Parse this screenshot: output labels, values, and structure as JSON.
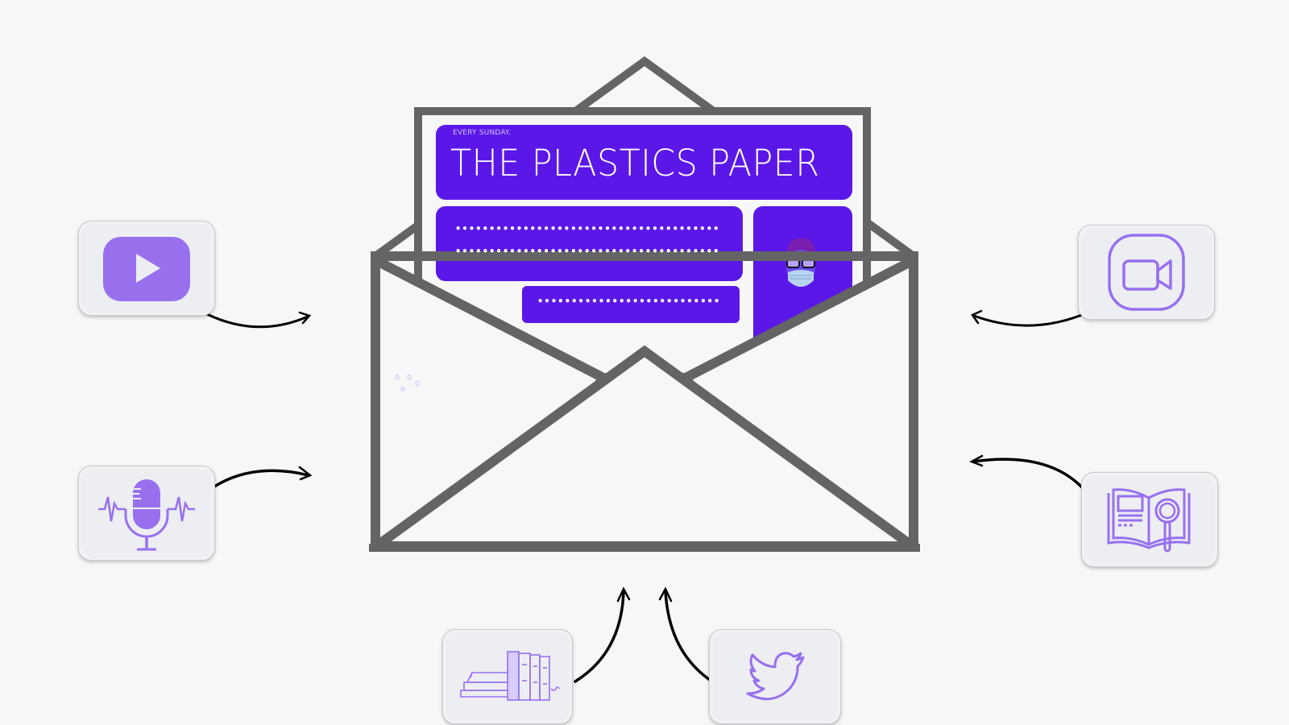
{
  "newsletter": {
    "kicker": "EVERY SUNDAY.",
    "title": "THE PLASTICS PAPER",
    "placeholder_lines": [
      "••••••••••••••••••••••••••••••••••••••••",
      "••••••••••••••••••••••••••••••••••••••••",
      "•••••••••••••••••••••••••••"
    ],
    "avatar": "masked-person-avatar"
  },
  "sources": [
    {
      "id": "youtube",
      "icon": "youtube-icon",
      "position": "left-top"
    },
    {
      "id": "podcast",
      "icon": "microphone-icon",
      "position": "left-bottom"
    },
    {
      "id": "zoom",
      "icon": "video-camera-icon",
      "position": "right-top"
    },
    {
      "id": "research",
      "icon": "book-search-icon",
      "position": "right-bottom"
    },
    {
      "id": "books",
      "icon": "books-icon",
      "position": "bottom-left"
    },
    {
      "id": "twitter",
      "icon": "twitter-icon",
      "position": "bottom-right"
    }
  ],
  "colors": {
    "background": "#f7f7f7",
    "envelope_stroke": "#646464",
    "card_purple": "#5b17e8",
    "icon_purple": "#9870ee",
    "tile_bg": "#eceef2",
    "arrow": "#000000"
  }
}
